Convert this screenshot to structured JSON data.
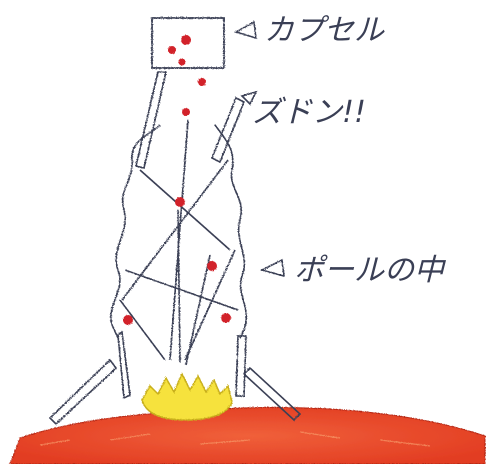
{
  "labels": {
    "capsule": "カプセル",
    "zudon": "ズドン!!",
    "pole_inside": "ポールの中"
  },
  "colors": {
    "ink": "#3a3f55",
    "ball": "#d2232a",
    "flame": "#f6e23c",
    "ground": "#e8452a"
  }
}
